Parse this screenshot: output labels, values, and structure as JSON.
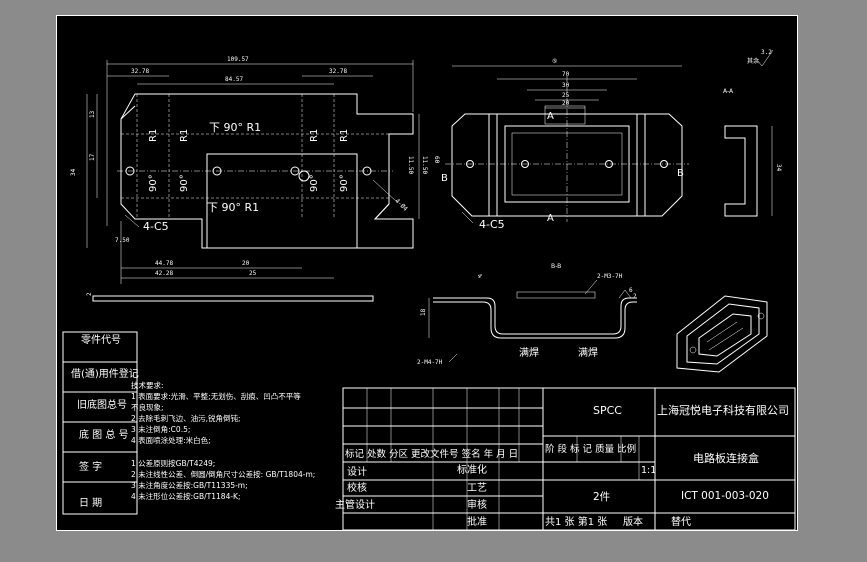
{
  "views": {
    "front": {
      "dims": {
        "overall": "109.57",
        "left": "32.78",
        "mid": "84.57",
        "right": "32.78",
        "left_h": "13",
        "left_h2": "17",
        "left_h3": "34",
        "right_h": "11.50",
        "right_h2": "11.50",
        "bottom1": "44.78",
        "bottom2": "20",
        "bottom3": "42.28",
        "bottom4": "25",
        "small": "7.50"
      },
      "bend_top": "下 90°  R1",
      "bend_bottom": "下 90°  R1",
      "r_label": "R1",
      "deg_label": "90°",
      "chamfer": "4-C5",
      "hole_note": "4-Ø4"
    },
    "top": {
      "dims": {
        "overall": "⑤",
        "d70": "70",
        "d30": "30",
        "d25": "25",
        "d20": "20",
        "right1": "11.50",
        "right2": "60",
        "right3": "34"
      },
      "section_letter_a": "A",
      "section_letter_b": "B",
      "chamfer": "4-C5"
    },
    "section_aa": {
      "title": "A-A",
      "d34": "34"
    },
    "section_bb": {
      "title": "B-B",
      "note1": "2-M3-7H",
      "note2": "2-M4-7H",
      "d18": "18",
      "d2": "2",
      "roughness": "3.2",
      "roughness_label": "其余",
      "weld1": "满焊",
      "weld2": "满焊",
      "d6": "6",
      "d4": "4"
    },
    "side_thickness": "2"
  },
  "left_table": {
    "rows": [
      "零件代号",
      "借(通)用件登记",
      "旧底图总号",
      "底 图 总 号",
      "签  字",
      "日  期"
    ]
  },
  "tech": {
    "title": "技术要求:",
    "items": [
      "1.表面要求:光滑、平整;无划伤、刮痕、凹凸不平等",
      "不良现象;",
      "2.去除毛刺飞边、油污,锐角倒钝;",
      "3.未注倒角:C0.5;",
      "4.表面喷涂处理:米白色;"
    ],
    "items2": [
      "1.公差原则按GB/T4249;",
      "2.未注线性公差、倒圆/倒角尺寸公差按: GB/T1804-m;",
      "3.未注角度公差按:GB/T11335-m;",
      "4.未注形位公差按:GB/T1184-K;"
    ]
  },
  "title_block": {
    "material": "SPCC",
    "company": "上海冠悦电子科技有限公司",
    "part_name": "电路板连接盒",
    "drawing_no": "ICT 001-003-020",
    "qty": "2件",
    "header_row": "标记 处数  分区 更改文件号 签名 年 月 日",
    "stage_row": "阶 段 标 记  质量  比例",
    "scale": "1:1",
    "design": "设计",
    "standard": "标准化",
    "check": "校核",
    "process": "工艺",
    "chief": "主管设计",
    "review": "审核",
    "approve": "批准",
    "sheets": "共1 张 第1 张",
    "version": "版本",
    "replace": "替代"
  }
}
